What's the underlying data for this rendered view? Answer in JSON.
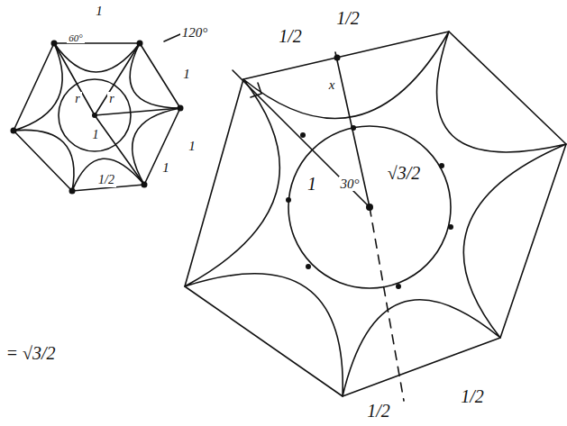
{
  "diagram": {
    "labels": [
      "1",
      "120°",
      "60°",
      "1",
      "1",
      "1",
      "r",
      "r",
      "1",
      "1/2",
      "1/2",
      "1/2",
      "x",
      "1",
      "30°",
      "√3/2",
      "1/2",
      "1/2",
      "= √3/2"
    ]
  }
}
